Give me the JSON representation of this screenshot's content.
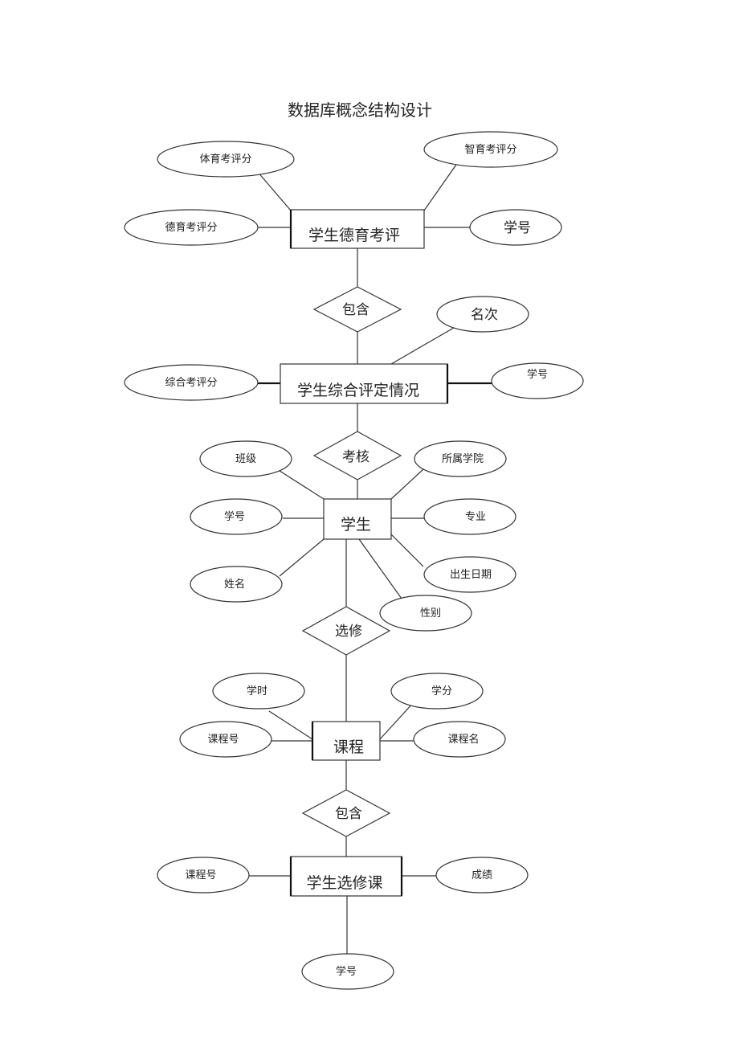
{
  "title": "数据库概念结构设计",
  "entities": {
    "moral_eval": "学生德育考评",
    "overall_eval": "学生综合评定情况",
    "student": "学生",
    "course": "课程",
    "enrollment": "学生选修课"
  },
  "relationships": {
    "contains_1": "包含",
    "assess": "考核",
    "select": "选修",
    "contains_2": "包含"
  },
  "attributes": {
    "moral_eval": {
      "pe_score": "体育考评分",
      "intellect_score": "智育考评分",
      "moral_score": "德育考评分",
      "student_id": "学号"
    },
    "overall_eval": {
      "rank": "名次",
      "overall_score": "综合考评分",
      "student_id": "学号"
    },
    "student": {
      "class": "班级",
      "college": "所属学院",
      "student_id": "学号",
      "major": "专业",
      "name": "姓名",
      "birth_date": "出生日期",
      "gender": "性别"
    },
    "course": {
      "hours": "学时",
      "credit": "学分",
      "course_id": "课程号",
      "course_name": "课程名"
    },
    "enrollment": {
      "course_id": "课程号",
      "grade": "成绩",
      "student_id": "学号"
    }
  }
}
